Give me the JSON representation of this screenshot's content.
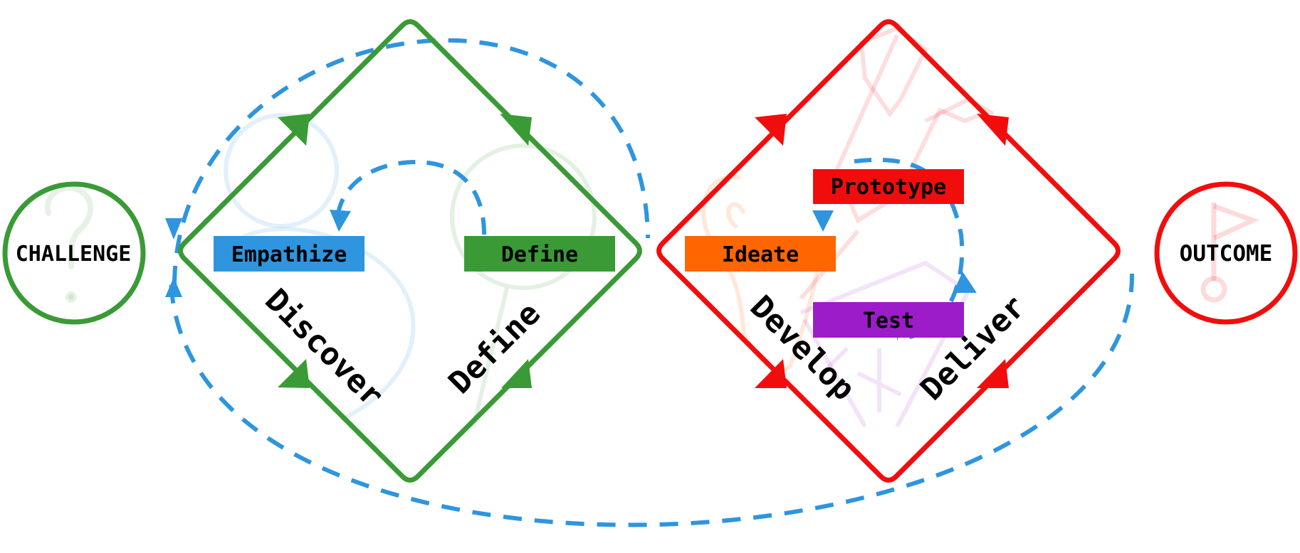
{
  "start": {
    "label": "CHALLENGE",
    "color": "#3a9a35"
  },
  "end": {
    "label": "OUTCOME",
    "color": "#f20d0d"
  },
  "diamonds": [
    {
      "color": "#3a9a35",
      "phase_left": "Discover",
      "phase_right": "Define"
    },
    {
      "color": "#f20d0d",
      "phase_left": "Develop",
      "phase_right": "Deliver"
    }
  ],
  "steps": {
    "empathize": {
      "label": "Empathize",
      "color": "#2e95de"
    },
    "define": {
      "label": "Define",
      "color": "#3a9a35"
    },
    "ideate": {
      "label": "Ideate",
      "color": "#ff6600"
    },
    "prototype": {
      "label": "Prototype",
      "color": "#f20d0d"
    },
    "test": {
      "label": "Test",
      "color": "#9b1cc8"
    }
  },
  "loop_color": "#2e95de",
  "icons": [
    "question-icon",
    "person-icon",
    "magnifier-icon",
    "lightbulb-icon",
    "ruler-pencil-icon",
    "geometry-icon",
    "flag-icon"
  ]
}
